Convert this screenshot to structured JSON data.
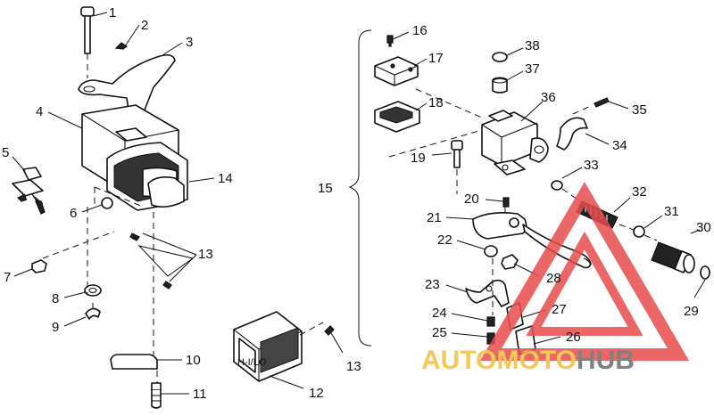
{
  "watermark": {
    "auto": "AUTO",
    "moto": "MOTO",
    "hub": "HUB",
    "colors": {
      "triangle": "#e84c4c",
      "auto": "#f3bf3a",
      "hub": "#6a6a6a"
    }
  },
  "plug_label": "H-I/LO",
  "callouts": {
    "c1": "1",
    "c2": "2",
    "c3": "3",
    "c4": "4",
    "c5": "5",
    "c6": "6",
    "c7": "7",
    "c8": "8",
    "c9": "9",
    "c10": "10",
    "c11": "11",
    "c12": "12",
    "c13a": "13",
    "c13b": "13",
    "c14": "14",
    "c15": "15",
    "c16": "16",
    "c17": "17",
    "c18": "18",
    "c19": "19",
    "c20": "20",
    "c21": "21",
    "c22": "22",
    "c23": "23",
    "c24": "24",
    "c25": "25",
    "c26": "26",
    "c27": "27",
    "c28": "28",
    "c29": "29",
    "c30": "30",
    "c31": "31",
    "c32": "32",
    "c33": "33",
    "c34": "34",
    "c35": "35",
    "c36": "36",
    "c37": "37",
    "c38": "38"
  }
}
